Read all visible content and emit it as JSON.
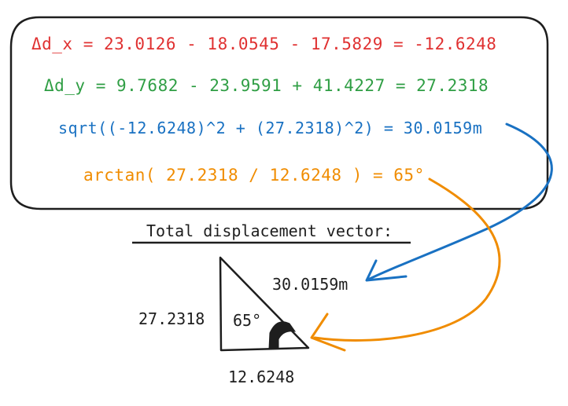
{
  "equations": {
    "dx": "Δd_x = 23.0126 - 18.0545 - 17.5829 = -12.6248",
    "dy": "Δd_y = 9.7682 - 23.9591 + 41.4227 = 27.2318",
    "magnitude": "sqrt((-12.6248)^2 + (27.2318)^2) = 30.0159m",
    "angle": "arctan( 27.2318 / 12.6248 ) = 65°"
  },
  "diagram": {
    "title": "Total displacement vector:",
    "hypotenuse_label": "30.0159m",
    "vertical_label": "27.2318",
    "horizontal_label": "12.6248",
    "angle_label": "65°"
  },
  "colors": {
    "dx": "#e03131",
    "dy": "#2f9e44",
    "magnitude": "#1971c2",
    "angle": "#f08c00",
    "ink": "#1e1e1e"
  }
}
